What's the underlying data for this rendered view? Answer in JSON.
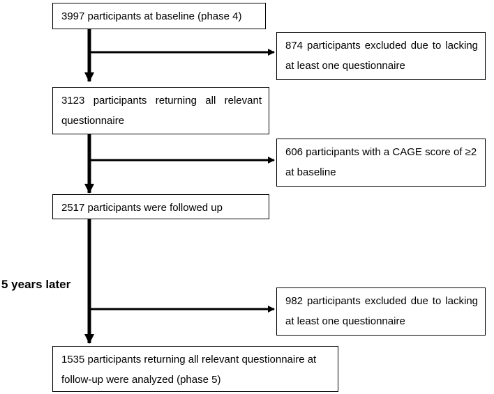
{
  "boxes": {
    "baseline": "3997 participants at baseline (phase 4)",
    "excluded1": "874 participants excluded due to lacking at least one questionnaire",
    "returning": "3123 participants returning all relevant questionnaire",
    "cage": "606 participants with a CAGE score of ≥2 at baseline",
    "followed": "2517 participants were followed up",
    "excluded2": "982 participants excluded due to lacking at least one questionnaire",
    "analyzed": "1535 participants returning all relevant questionnaire at follow-up were analyzed (phase 5)"
  },
  "side_label": "5 years later"
}
